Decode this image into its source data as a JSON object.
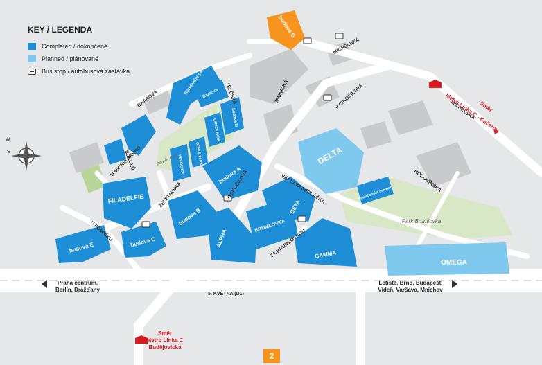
{
  "legend": {
    "title": "KEY / LEGENDA",
    "completed": "Completed / dokončené",
    "planned": "Planned / plánované",
    "bus_stop": "Bus stop / autobusová zastávka"
  },
  "colors": {
    "completed": "#1e8fd6",
    "planned": "#7fc8ee",
    "highlight": "#f7941d",
    "park": "#d8e7c6",
    "road": "#ffffff",
    "metro": "#d71920",
    "existing": "#c9cacc"
  },
  "streets": {
    "michelska1": "MICHELSKÁ",
    "michelska2": "MICHELSKÁ",
    "baarova": "BAAROVA",
    "telcska": "TELČSKÁ",
    "jemnicka": "JEMNICKÁ",
    "vyskocilova1": "VYSKOČILOVA",
    "vyskocilova2": "VYSKOČILOVA",
    "hodoninska": "HODONÍNSKÁ",
    "vaclava": "VÁCLAVA SEDLÁČKA",
    "zeletavska": "ŽELETAVSKÁ",
    "u_michelskeho": "U MICHELSKÉHO",
    "u_pomniku": "U POMNÍKU",
    "za_brumlovkou": "ZA BRUMLOVKOU",
    "d1": "5. KVĚTNA (D1)",
    "sokolu": "SOKOLŮ"
  },
  "buildings": {
    "budova_g": "budova G",
    "rezidencni": "Rezidenční park",
    "baarova_b": "Baarova",
    "budova_d": "budova D",
    "office_park": "OFFICE PARK",
    "office_park2": "OFFICE PARK",
    "residence": "RESIDENCE",
    "budova_a": "budova A",
    "delta": "DELTA",
    "filadelfie": "FILADELFIE",
    "budova_b": "budova B",
    "budova_c": "budova C",
    "budova_e": "budova E",
    "alpha": "ALPHA",
    "brumlovka": "BRUMLOVKA",
    "beta": "BETA",
    "gamma": "GAMMA",
    "spolecenske": "Společenské centrum",
    "omega": "OMEGA",
    "park_label": "Baarův Park",
    "park_brumlovka": "Park Brumlovka"
  },
  "directions": {
    "praha_line1": "Praha centrum,",
    "praha_line2": "Berlín, Drážďany",
    "brno_line1": "Letiště, Brno, Budapešť",
    "brno_line2": "Vídeň, Varšava, Mnichov"
  },
  "metro": {
    "top_l1": "Směr",
    "top_l2": "Metro Linka C - Kačerov",
    "bottom_l1": "Směr",
    "bottom_l2": "Metro Linka C",
    "bottom_l3": "Budějovická"
  },
  "compass": {
    "w": "W",
    "s": "S"
  },
  "page_number": "2"
}
